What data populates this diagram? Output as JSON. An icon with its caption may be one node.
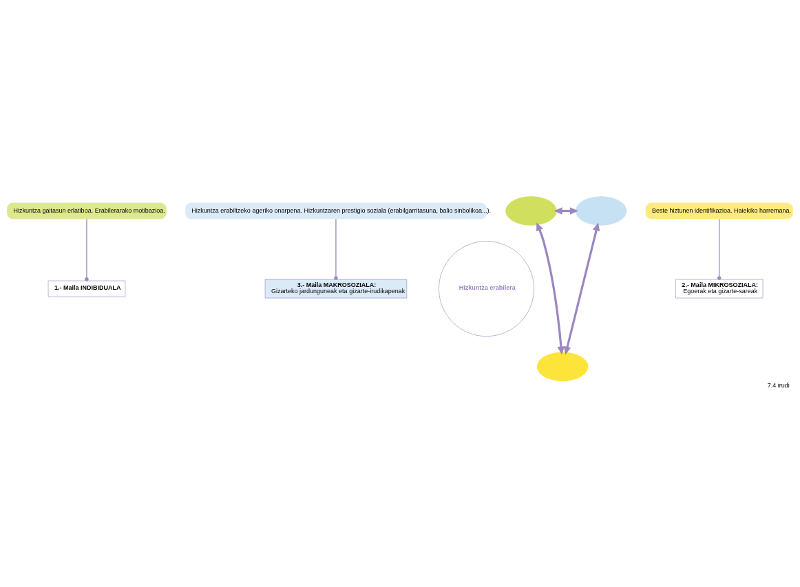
{
  "diagram": {
    "caption": "7.4 irudi",
    "nodes": [
      {
        "text": [
          "Hizkuntza gaitasun erlatiboa. Erabilerarako motibazioa."
        ]
      },
      {
        "text": [
          "Hizkuntza erabiltzeko ageriko onarpena. Hizkuntzaren prestigio soziala (erabilgarritasuna, balio sinbolikoa...)."
        ]
      },
      {
        "text": [
          "1.- Maila INDIBIDUALA"
        ]
      },
      {
        "text": [
          "3.- Maila MAKROSOZIALA:",
          "Gizarteko jardunguneak eta gizarte-irudikapenak"
        ]
      },
      {
        "text": [],
        "shape": "arc"
      },
      {
        "text": [],
        "shape": "arc"
      },
      {
        "text": [
          "Hizkuntza erabilera"
        ]
      },
      {
        "text": [],
        "shape": "arc"
      },
      {
        "text": [
          "2.- Maila MIKROSOZIALA:",
          "Egoerak eta gizarte-sareak"
        ]
      },
      {
        "text": [
          "Beste hiztunen identifikazioa. Haiekiko harremana."
        ]
      }
    ],
    "edges": [
      {
        "from": 0,
        "to": 2,
        "arrow": "other"
      },
      {
        "from": 1,
        "to": 3,
        "arrow": "other"
      },
      {
        "from": 4,
        "to": 5,
        "arrow": "both",
        "style": "thick"
      },
      {
        "from": 4,
        "to": 7,
        "arrow": "both",
        "style": "thick"
      },
      {
        "from": 5,
        "to": 7,
        "arrow": "both",
        "style": "thick"
      },
      {
        "from": 9,
        "to": 8,
        "arrow": "other"
      }
    ]
  }
}
